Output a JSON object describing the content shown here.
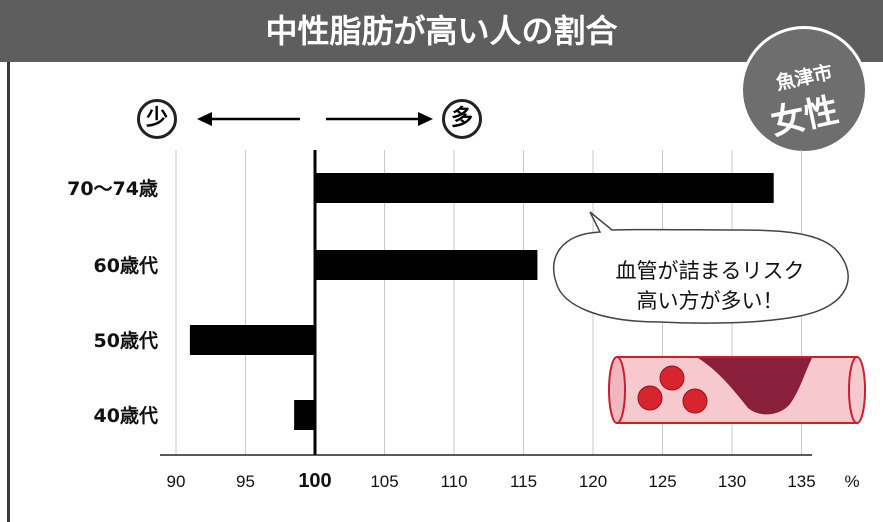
{
  "header": {
    "title": "中性脂肪が高い人の割合"
  },
  "badge": {
    "top": "魚津市",
    "main": "女性"
  },
  "direction": {
    "less": "少",
    "more": "多"
  },
  "callout": {
    "line1": "血管が詰まるリスク",
    "line2": "高い方が多い！"
  },
  "chart_data": {
    "type": "bar",
    "orientation": "horizontal",
    "categories": [
      "70〜74歳",
      "60歳代",
      "50歳代",
      "40歳代"
    ],
    "values": [
      133,
      116,
      91,
      98.5
    ],
    "baseline": 100,
    "x_ticks": [
      "90",
      "95",
      "100",
      "105",
      "110",
      "115",
      "120",
      "125",
      "130",
      "135"
    ],
    "x_unit": "%",
    "xlim": [
      90,
      135
    ],
    "grid": true,
    "bar_color": "#000000"
  },
  "colors": {
    "header": "#5e5e5e",
    "vessel": "#f6c9cf",
    "clot": "#8a1f3c",
    "cell": "#d8242e"
  }
}
